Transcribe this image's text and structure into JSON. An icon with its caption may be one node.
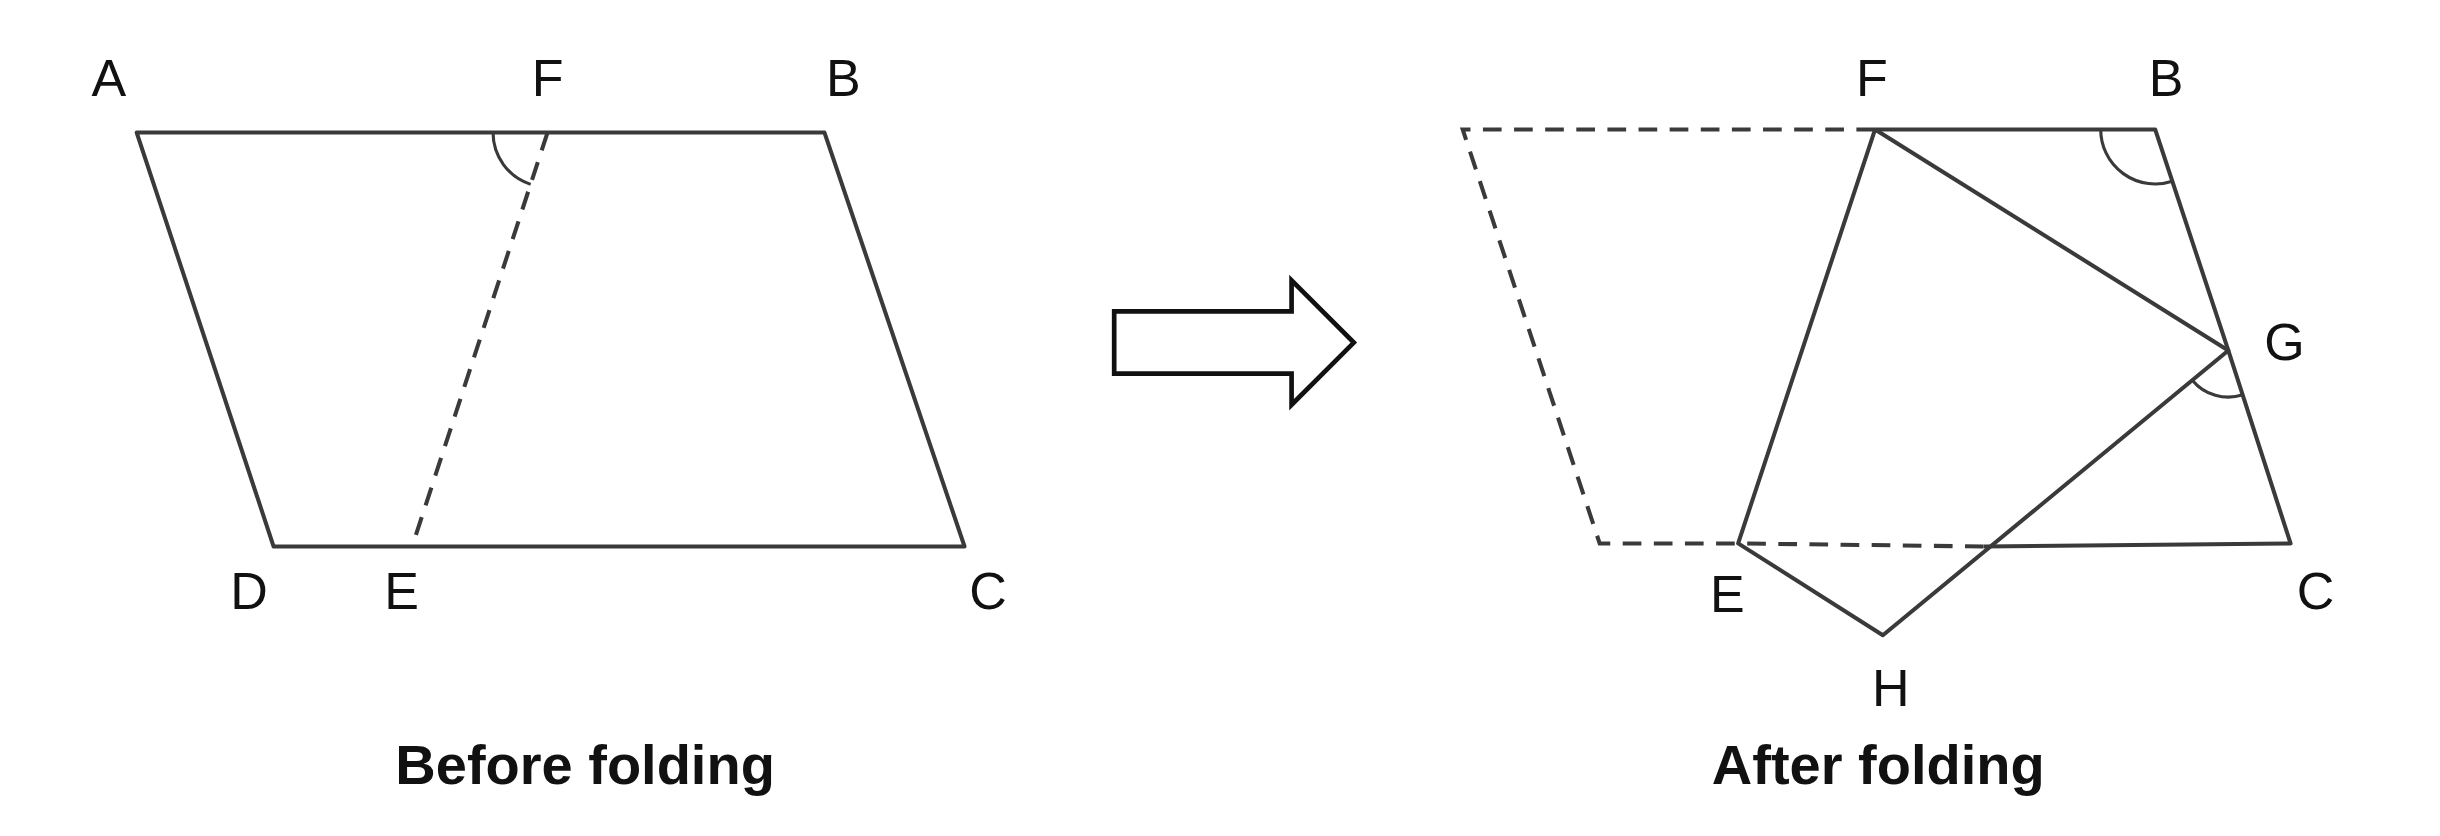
{
  "diagram": {
    "nodes": [
      {
        "text": [
          "Before folding"
        ]
      },
      {
        "text": [
          "After folding"
        ]
      }
    ],
    "edges": [
      {
        "from": 0,
        "to": 1,
        "arrow": "to",
        "style": "thick"
      }
    ],
    "labels": [
      "A",
      "F",
      "B",
      "D",
      "E",
      "C",
      "F",
      "B",
      "G",
      "E",
      "C",
      "H"
    ]
  }
}
